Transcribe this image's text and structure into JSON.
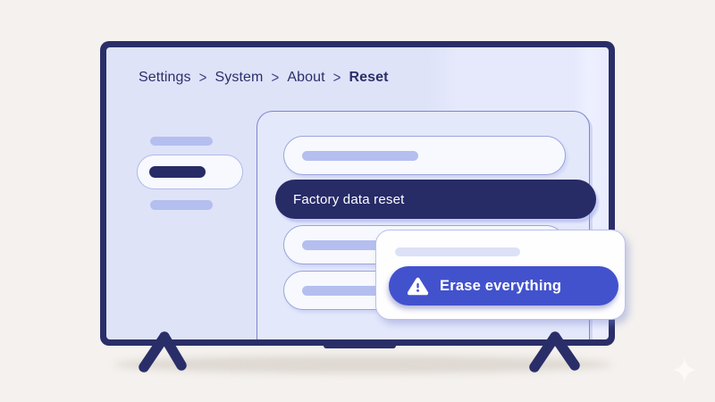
{
  "breadcrumb": {
    "separator": ">",
    "items": [
      "Settings",
      "System",
      "About",
      "Reset"
    ]
  },
  "sidebar": {
    "selected_index": 1,
    "placeholder_items": 3
  },
  "menu": {
    "rows_total": 4,
    "selected_label": "Factory data reset"
  },
  "dialog": {
    "confirm_label": "Erase everything",
    "icon": "warning-triangle"
  },
  "colors": {
    "background": "#f4f1ee",
    "tv_bezel_navy": "#2a2e68",
    "screen_lavender": "#dfe3f8",
    "selected_navy": "#272b66",
    "accent_blue": "#4252cd",
    "placeholder_periwinkle": "#b4bff0",
    "text_navy": "#2b2f6b"
  }
}
